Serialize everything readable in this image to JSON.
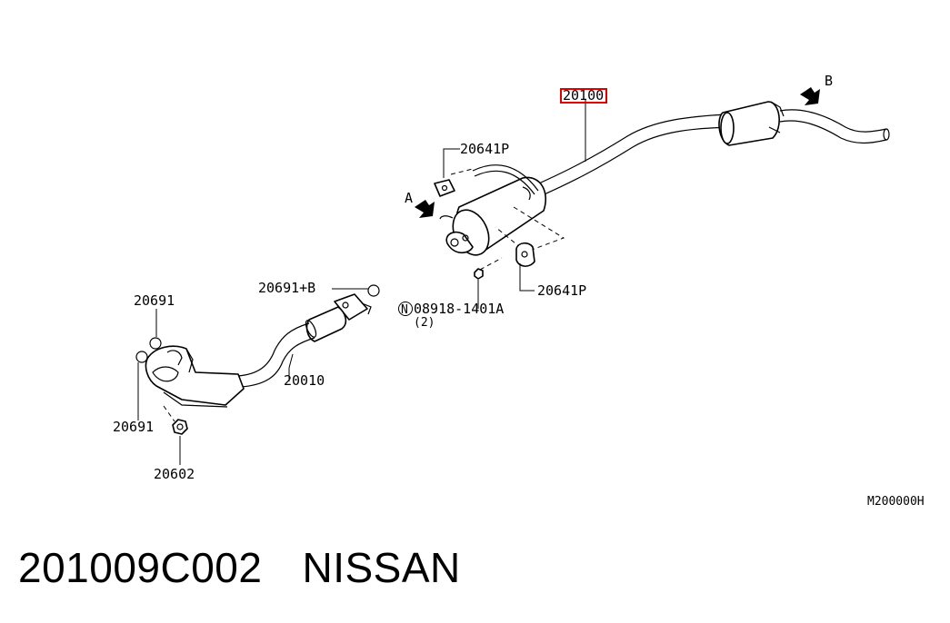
{
  "diagram": {
    "labels": {
      "p20100": "20100",
      "p20641p_top": "20641P",
      "p20641p_bottom": "20641P",
      "p08918": "08918-1401A",
      "p08918_prefix": "N",
      "p08918_qty": "(2)",
      "p20691b": "20691+B",
      "p20691_top": "20691",
      "p20691_bottom": "20691",
      "p20010": "20010",
      "p20602": "20602",
      "arrow_a": "A",
      "arrow_b": "B",
      "diagram_code": "M200000H"
    },
    "highlight_color": "#e00000"
  },
  "caption": {
    "part_number": "201009C002",
    "brand": "NISSAN"
  }
}
